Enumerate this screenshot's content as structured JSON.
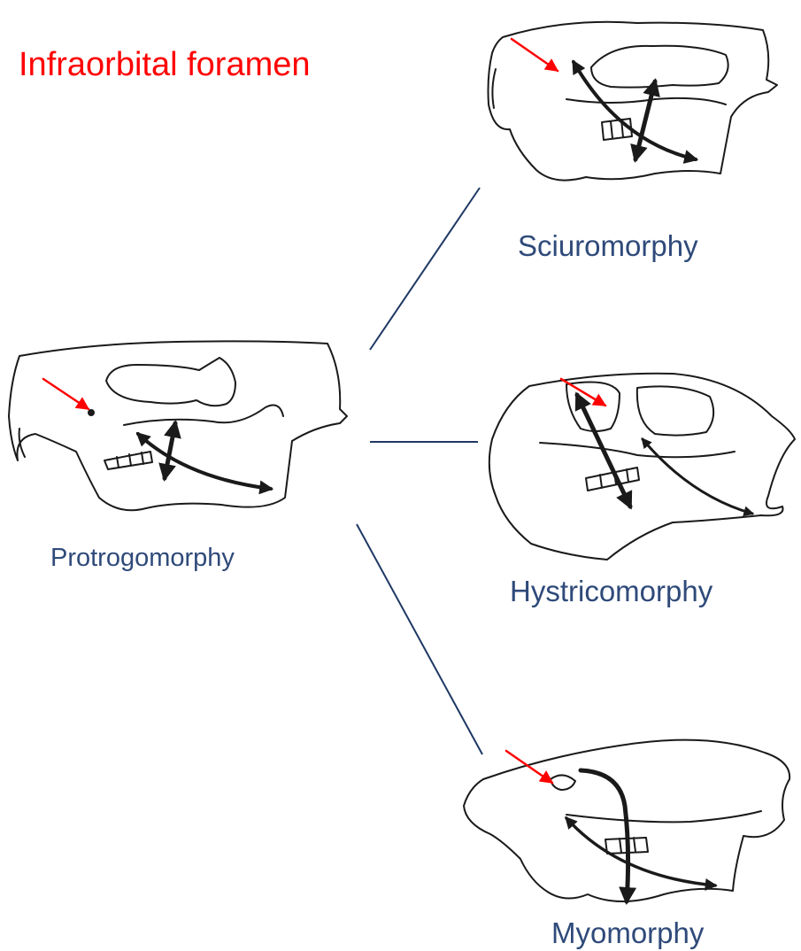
{
  "title": "Infraorbital foramen",
  "labels": {
    "protrogomorphy": "Protrogomorphy",
    "sciuromorphy": "Sciuromorphy",
    "hystricomorphy": "Hystricomorphy",
    "myomorphy": "Myomorphy"
  },
  "colors": {
    "title": "#ff0000",
    "label": "#2f4a7a",
    "connector": "#1f3864",
    "foramen_arrow": "#ff0000",
    "muscle_arrow": "#1a1a1a",
    "outline": "#1a1a1a"
  },
  "icons": {
    "skull": "rodent-skull-drawing",
    "foramen_pointer": "red-arrow",
    "muscle": "double-headed-arrow"
  }
}
